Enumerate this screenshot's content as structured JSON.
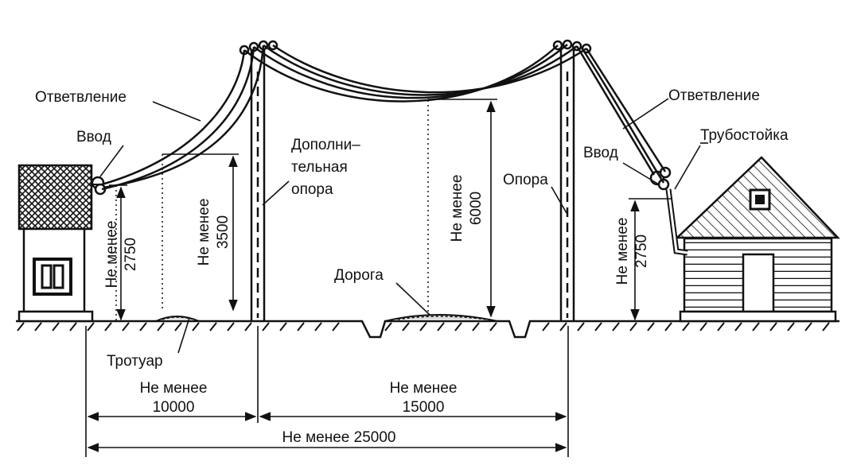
{
  "labels": {
    "branch_left": "Ответвление",
    "branch_right": "Ответвление",
    "input_left": "Ввод",
    "input_right": "Ввод",
    "pipe_stand": "Трубостойка",
    "extra_support_1": "Дополни–",
    "extra_support_2": "тельная",
    "extra_support_3": "опора",
    "support": "Опора",
    "road": "Дорога",
    "sidewalk": "Тротуар"
  },
  "dimensions": {
    "left_height_1": "Не менее",
    "left_height_2": "2750",
    "sidewalk_height_1": "Не менее",
    "sidewalk_height_2": "3500",
    "road_height_1": "Не менее",
    "road_height_2": "6000",
    "right_height_1": "Не менее",
    "right_height_2": "2750",
    "span_left_1": "Не менее",
    "span_left_2": "10000",
    "span_right_1": "Не менее",
    "span_right_2": "15000",
    "total": "Не менее 25000"
  }
}
